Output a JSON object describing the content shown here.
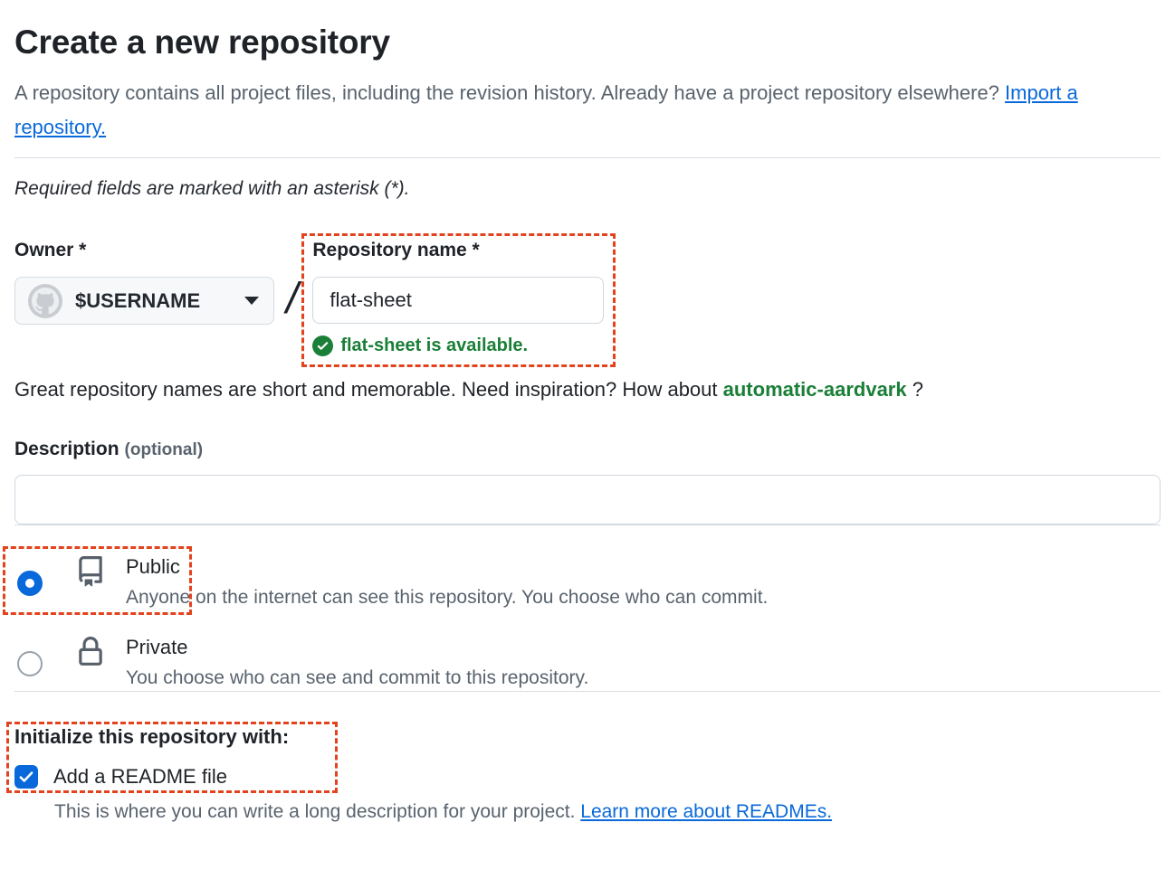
{
  "page": {
    "title": "Create a new repository",
    "intro_text": "A repository contains all project files, including the revision history. Already have a project repository elsewhere? ",
    "intro_link_label": "Import a repository.",
    "required_note": "Required fields are marked with an asterisk (*)."
  },
  "owner": {
    "label": "Owner *",
    "value": "$USERNAME",
    "avatar_icon": "github-octocat-avatar",
    "caret_icon": "dropdown-caret"
  },
  "separator": "/",
  "repo_name": {
    "label": "Repository name *",
    "value": "flat-sheet",
    "availability_icon": "check-circle-icon",
    "availability_message": "flat-sheet is available."
  },
  "suggestion": {
    "text_before": "Great repository names are short and memorable. Need inspiration? How about ",
    "suggested_name": "automatic-aardvark",
    "text_after": " ?"
  },
  "description": {
    "label": "Description",
    "optional_label": "(optional)",
    "value": ""
  },
  "visibility": {
    "public": {
      "label": "Public",
      "description": "Anyone on the internet can see this repository. You choose who can commit.",
      "selected": true,
      "icon": "repo-book-icon"
    },
    "private": {
      "label": "Private",
      "description": "You choose who can see and commit to this repository.",
      "selected": false,
      "icon": "lock-icon"
    }
  },
  "initialize": {
    "heading": "Initialize this repository with:",
    "readme_checkbox_label": "Add a README file",
    "readme_checked": true,
    "note_text": "This is where you can write a long description for your project. ",
    "note_link_label": "Learn more about READMEs."
  },
  "annotations": {
    "color": "#e2431e",
    "boxes": [
      "repository-name-region",
      "public-option-region",
      "initialize-region"
    ]
  },
  "colors": {
    "accent_blue": "#0969da",
    "success_green": "#1a7f37",
    "text_primary": "#1f2328",
    "text_secondary": "#59636e",
    "input_border": "#d0d7de",
    "button_background": "#f6f8fa"
  }
}
